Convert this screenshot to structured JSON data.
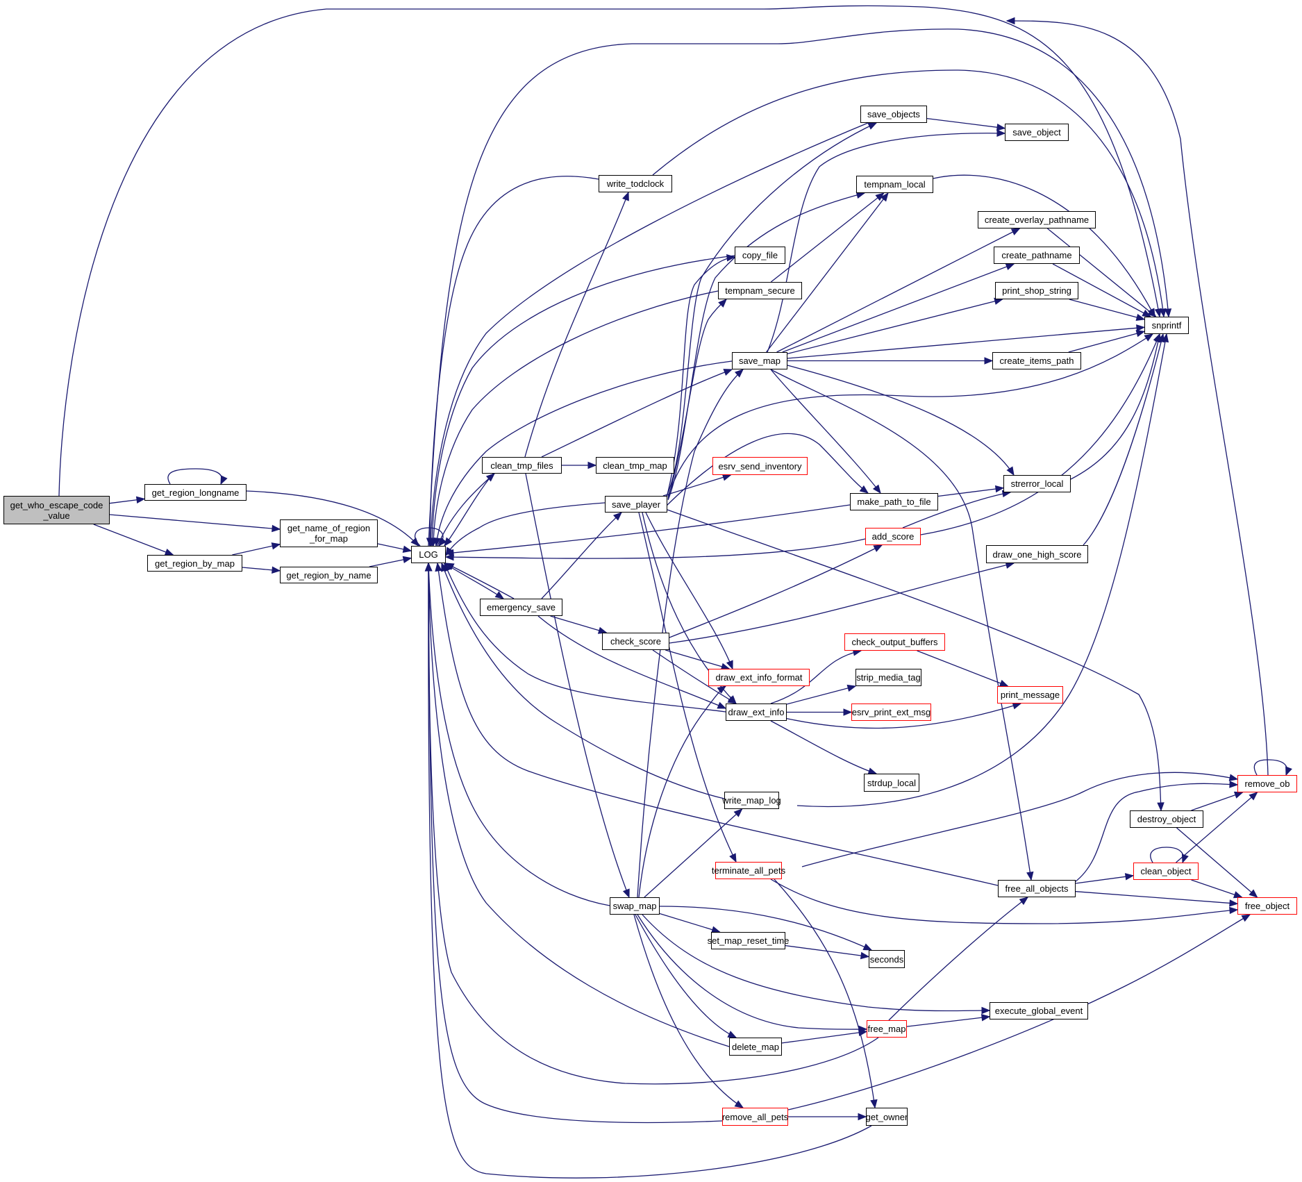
{
  "diagram": {
    "type": "call-graph",
    "colors": {
      "edge": "#191970",
      "root_fill": "#bfbfbf",
      "node_border": "#000000",
      "truncated_border": "#ff0000"
    },
    "nodes": [
      {
        "id": "get_who_escape_code_value",
        "label": "get_who_escape_code\n_value",
        "style": "root"
      },
      {
        "id": "get_region_longname",
        "label": "get_region_longname",
        "style": "normal"
      },
      {
        "id": "get_name_of_region_for_map",
        "label": "get_name_of_region\n_for_map",
        "style": "normal"
      },
      {
        "id": "get_region_by_map",
        "label": "get_region_by_map",
        "style": "normal"
      },
      {
        "id": "get_region_by_name",
        "label": "get_region_by_name",
        "style": "normal"
      },
      {
        "id": "LOG",
        "label": "LOG",
        "style": "normal"
      },
      {
        "id": "write_todclock",
        "label": "write_todclock",
        "style": "normal"
      },
      {
        "id": "save_objects",
        "label": "save_objects",
        "style": "normal"
      },
      {
        "id": "save_object",
        "label": "save_object",
        "style": "normal"
      },
      {
        "id": "tempnam_local",
        "label": "tempnam_local",
        "style": "normal"
      },
      {
        "id": "create_overlay_pathname",
        "label": "create_overlay_pathname",
        "style": "normal"
      },
      {
        "id": "copy_file",
        "label": "copy_file",
        "style": "normal"
      },
      {
        "id": "create_pathname",
        "label": "create_pathname",
        "style": "normal"
      },
      {
        "id": "tempnam_secure",
        "label": "tempnam_secure",
        "style": "normal"
      },
      {
        "id": "print_shop_string",
        "label": "print_shop_string",
        "style": "normal"
      },
      {
        "id": "snprintf",
        "label": "snprintf",
        "style": "normal"
      },
      {
        "id": "save_map",
        "label": "save_map",
        "style": "normal"
      },
      {
        "id": "create_items_path",
        "label": "create_items_path",
        "style": "normal"
      },
      {
        "id": "clean_tmp_files",
        "label": "clean_tmp_files",
        "style": "normal"
      },
      {
        "id": "clean_tmp_map",
        "label": "clean_tmp_map",
        "style": "normal"
      },
      {
        "id": "esrv_send_inventory",
        "label": "esrv_send_inventory",
        "style": "truncated"
      },
      {
        "id": "strerror_local",
        "label": "strerror_local",
        "style": "normal"
      },
      {
        "id": "save_player",
        "label": "save_player",
        "style": "normal"
      },
      {
        "id": "make_path_to_file",
        "label": "make_path_to_file",
        "style": "normal"
      },
      {
        "id": "add_score",
        "label": "add_score",
        "style": "truncated"
      },
      {
        "id": "draw_one_high_score",
        "label": "draw_one_high_score",
        "style": "normal"
      },
      {
        "id": "emergency_save",
        "label": "emergency_save",
        "style": "normal"
      },
      {
        "id": "check_score",
        "label": "check_score",
        "style": "normal"
      },
      {
        "id": "check_output_buffers",
        "label": "check_output_buffers",
        "style": "truncated"
      },
      {
        "id": "draw_ext_info_format",
        "label": "draw_ext_info_format",
        "style": "truncated"
      },
      {
        "id": "strip_media_tag",
        "label": "strip_media_tag",
        "style": "normal"
      },
      {
        "id": "print_message",
        "label": "print_message",
        "style": "truncated"
      },
      {
        "id": "draw_ext_info",
        "label": "draw_ext_info",
        "style": "normal"
      },
      {
        "id": "esrv_print_ext_msg",
        "label": "esrv_print_ext_msg",
        "style": "truncated"
      },
      {
        "id": "strdup_local",
        "label": "strdup_local",
        "style": "normal"
      },
      {
        "id": "remove_ob",
        "label": "remove_ob",
        "style": "truncated"
      },
      {
        "id": "write_map_log",
        "label": "write_map_log",
        "style": "normal"
      },
      {
        "id": "destroy_object",
        "label": "destroy_object",
        "style": "normal"
      },
      {
        "id": "terminate_all_pets",
        "label": "terminate_all_pets",
        "style": "truncated"
      },
      {
        "id": "clean_object",
        "label": "clean_object",
        "style": "truncated"
      },
      {
        "id": "free_all_objects",
        "label": "free_all_objects",
        "style": "normal"
      },
      {
        "id": "free_object",
        "label": "free_object",
        "style": "truncated"
      },
      {
        "id": "swap_map",
        "label": "swap_map",
        "style": "normal"
      },
      {
        "id": "set_map_reset_time",
        "label": "set_map_reset_time",
        "style": "normal"
      },
      {
        "id": "seconds",
        "label": "seconds",
        "style": "normal"
      },
      {
        "id": "execute_global_event",
        "label": "execute_global_event",
        "style": "normal"
      },
      {
        "id": "free_map",
        "label": "free_map",
        "style": "truncated"
      },
      {
        "id": "delete_map",
        "label": "delete_map",
        "style": "normal"
      },
      {
        "id": "remove_all_pets",
        "label": "remove_all_pets",
        "style": "truncated"
      },
      {
        "id": "get_owner",
        "label": "get_owner",
        "style": "normal"
      }
    ],
    "edges": [
      [
        "get_who_escape_code_value",
        "get_region_longname"
      ],
      [
        "get_who_escape_code_value",
        "get_name_of_region_for_map"
      ],
      [
        "get_who_escape_code_value",
        "get_region_by_map"
      ],
      [
        "get_who_escape_code_value",
        "snprintf"
      ],
      [
        "get_region_longname",
        "get_region_longname"
      ],
      [
        "get_region_longname",
        "LOG"
      ],
      [
        "get_region_by_map",
        "get_name_of_region_for_map"
      ],
      [
        "get_region_by_map",
        "get_region_by_name"
      ],
      [
        "get_name_of_region_for_map",
        "LOG"
      ],
      [
        "get_region_by_name",
        "LOG"
      ],
      [
        "LOG",
        "LOG"
      ],
      [
        "LOG",
        "snprintf"
      ],
      [
        "LOG",
        "clean_tmp_files"
      ],
      [
        "LOG",
        "emergency_save"
      ],
      [
        "write_todclock",
        "LOG"
      ],
      [
        "write_todclock",
        "snprintf"
      ],
      [
        "save_objects",
        "LOG"
      ],
      [
        "save_objects",
        "save_object"
      ],
      [
        "tempnam_local",
        "snprintf"
      ],
      [
        "create_overlay_pathname",
        "snprintf"
      ],
      [
        "create_pathname",
        "snprintf"
      ],
      [
        "print_shop_string",
        "snprintf"
      ],
      [
        "create_items_path",
        "snprintf"
      ],
      [
        "copy_file",
        "LOG"
      ],
      [
        "tempnam_secure",
        "LOG"
      ],
      [
        "tempnam_secure",
        "tempnam_local"
      ],
      [
        "save_map",
        "LOG"
      ],
      [
        "save_map",
        "tempnam_local"
      ],
      [
        "save_map",
        "create_overlay_pathname"
      ],
      [
        "save_map",
        "create_pathname"
      ],
      [
        "save_map",
        "print_shop_string"
      ],
      [
        "save_map",
        "snprintf"
      ],
      [
        "save_map",
        "create_items_path"
      ],
      [
        "save_map",
        "strerror_local"
      ],
      [
        "save_map",
        "make_path_to_file"
      ],
      [
        "save_map",
        "free_all_objects"
      ],
      [
        "save_map",
        "save_object"
      ],
      [
        "clean_tmp_files",
        "LOG"
      ],
      [
        "clean_tmp_files",
        "write_todclock"
      ],
      [
        "clean_tmp_files",
        "save_map"
      ],
      [
        "clean_tmp_files",
        "clean_tmp_map"
      ],
      [
        "clean_tmp_files",
        "swap_map"
      ],
      [
        "save_player",
        "LOG"
      ],
      [
        "save_player",
        "save_objects"
      ],
      [
        "save_player",
        "tempnam_local"
      ],
      [
        "save_player",
        "copy_file"
      ],
      [
        "save_player",
        "tempnam_secure"
      ],
      [
        "save_player",
        "snprintf"
      ],
      [
        "save_player",
        "esrv_send_inventory"
      ],
      [
        "save_player",
        "make_path_to_file"
      ],
      [
        "save_player",
        "draw_ext_info_format"
      ],
      [
        "save_player",
        "draw_ext_info"
      ],
      [
        "save_player",
        "terminate_all_pets"
      ],
      [
        "save_player",
        "destroy_object"
      ],
      [
        "make_path_to_file",
        "LOG"
      ],
      [
        "make_path_to_file",
        "strerror_local"
      ],
      [
        "strerror_local",
        "snprintf"
      ],
      [
        "add_score",
        "LOG"
      ],
      [
        "add_score",
        "strerror_local"
      ],
      [
        "add_score",
        "snprintf"
      ],
      [
        "draw_one_high_score",
        "snprintf"
      ],
      [
        "emergency_save",
        "LOG"
      ],
      [
        "emergency_save",
        "save_player"
      ],
      [
        "emergency_save",
        "check_score"
      ],
      [
        "emergency_save",
        "draw_ext_info"
      ],
      [
        "check_score",
        "add_score"
      ],
      [
        "check_score",
        "draw_one_high_score"
      ],
      [
        "check_score",
        "draw_ext_info_format"
      ],
      [
        "check_score",
        "draw_ext_info"
      ],
      [
        "draw_ext_info",
        "LOG"
      ],
      [
        "draw_ext_info",
        "check_output_buffers"
      ],
      [
        "draw_ext_info",
        "strip_media_tag"
      ],
      [
        "draw_ext_info",
        "esrv_print_ext_msg"
      ],
      [
        "draw_ext_info",
        "print_message"
      ],
      [
        "draw_ext_info",
        "strdup_local"
      ],
      [
        "check_output_buffers",
        "print_message"
      ],
      [
        "write_map_log",
        "LOG"
      ],
      [
        "write_map_log",
        "snprintf"
      ],
      [
        "remove_ob",
        "remove_ob"
      ],
      [
        "remove_ob",
        "LOG"
      ],
      [
        "destroy_object",
        "remove_ob"
      ],
      [
        "destroy_object",
        "free_object"
      ],
      [
        "terminate_all_pets",
        "remove_ob"
      ],
      [
        "terminate_all_pets",
        "free_object"
      ],
      [
        "terminate_all_pets",
        "get_owner"
      ],
      [
        "clean_object",
        "clean_object"
      ],
      [
        "clean_object",
        "remove_ob"
      ],
      [
        "clean_object",
        "free_object"
      ],
      [
        "free_all_objects",
        "LOG"
      ],
      [
        "free_all_objects",
        "remove_ob"
      ],
      [
        "free_all_objects",
        "clean_object"
      ],
      [
        "free_all_objects",
        "free_object"
      ],
      [
        "swap_map",
        "LOG"
      ],
      [
        "swap_map",
        "save_map"
      ],
      [
        "swap_map",
        "draw_ext_info_format"
      ],
      [
        "swap_map",
        "write_map_log"
      ],
      [
        "swap_map",
        "set_map_reset_time"
      ],
      [
        "swap_map",
        "seconds"
      ],
      [
        "swap_map",
        "execute_global_event"
      ],
      [
        "swap_map",
        "free_map"
      ],
      [
        "swap_map",
        "delete_map"
      ],
      [
        "swap_map",
        "remove_all_pets"
      ],
      [
        "set_map_reset_time",
        "seconds"
      ],
      [
        "free_map",
        "LOG"
      ],
      [
        "free_map",
        "free_all_objects"
      ],
      [
        "free_map",
        "execute_global_event"
      ],
      [
        "delete_map",
        "LOG"
      ],
      [
        "delete_map",
        "free_map"
      ],
      [
        "remove_all_pets",
        "LOG"
      ],
      [
        "remove_all_pets",
        "get_owner"
      ],
      [
        "remove_all_pets",
        "free_object"
      ],
      [
        "get_owner",
        "LOG"
      ]
    ]
  }
}
